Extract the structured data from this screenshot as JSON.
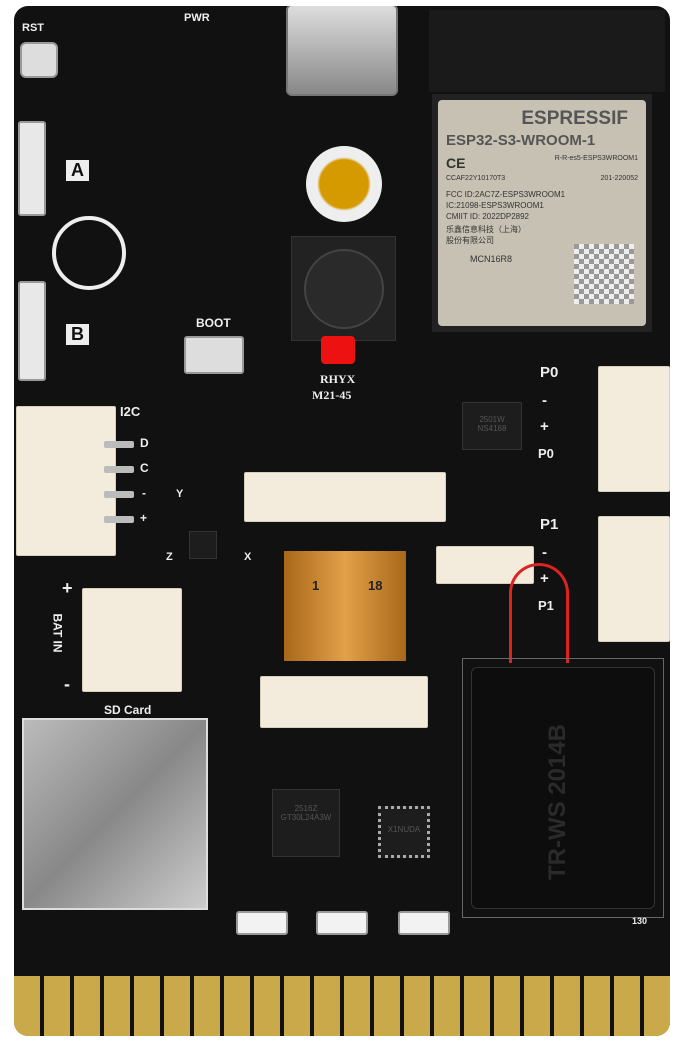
{
  "silkscreen": {
    "rst": "RST",
    "pwr": "PWR",
    "a": "A",
    "b": "B",
    "boot": "BOOT",
    "i2c": "I2C",
    "i2c_pins": [
      "D",
      "C",
      "-",
      "+"
    ],
    "p0": "P0",
    "p0_pins": [
      "-",
      "+",
      "P0"
    ],
    "p1": "P1",
    "p1_pins": [
      "-",
      "+",
      "P1"
    ],
    "bat_in": "BAT IN",
    "bat_plus": "+",
    "bat_minus": "-",
    "sd_card": "SD Card",
    "fpc_1": "1",
    "fpc_18": "18",
    "axis_x": "X",
    "axis_y": "Y",
    "axis_z": "Z",
    "board_no": "130"
  },
  "camera": {
    "line1": "RHYX",
    "line2": "M21-45"
  },
  "module": {
    "brand": "ESPRESSIF",
    "model": "ESP32-S3-WROOM-1",
    "ce": "CE",
    "ccaf": "CCAF22Y10170T3",
    "kc": "R-R-es5-ESPS3WROOM1",
    "telec": "201-220052",
    "fcc": "FCC ID:2AC7Z-ESPS3WROOM1",
    "ic": "IC:21098-ESPS3WROOM1",
    "cmiit": "CMIIT ID: 2022DP2892",
    "maker_cn": "乐鑫信息科技（上海）",
    "maker_cn2": "股份有限公司",
    "variant": "MCN16R8"
  },
  "chips": {
    "amp": "NS4168",
    "amp2": "2501W",
    "font": "GT30L24A3W",
    "font2": "2516Z",
    "mcu": "X1NUDA",
    "battery": "TR-WS 2014B"
  },
  "colors": {
    "board": "#111111",
    "connector": "#f3ecdd",
    "gold": "#c9a94a",
    "module": "#c7c1b4"
  }
}
